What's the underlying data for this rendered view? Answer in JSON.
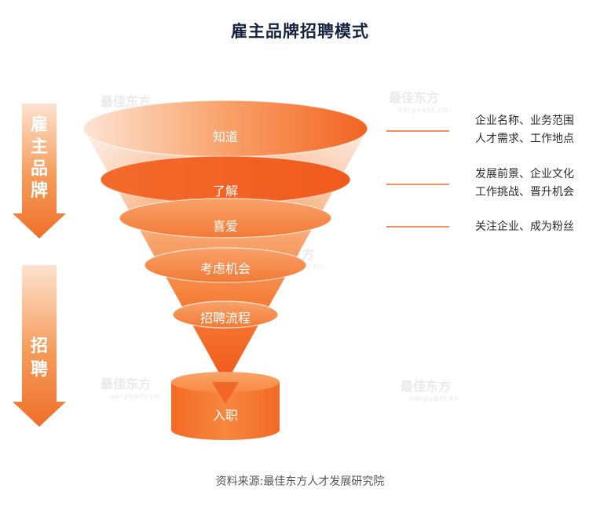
{
  "title": "雇主品牌招聘模式",
  "arrows": {
    "top": [
      "雇",
      "主",
      "品",
      "牌"
    ],
    "bottom": [
      "招",
      "聘"
    ]
  },
  "funnel_layers": [
    "知道",
    "了解",
    "喜爱",
    "考虑机会",
    "招聘流程",
    "入职"
  ],
  "descriptions": [
    {
      "line1": "企业名称、业务范围",
      "line2": "人才需求、工作地点"
    },
    {
      "line1": "发展前景、企业文化",
      "line2": "工作挑战、晋升机会"
    },
    {
      "line1": "关注企业、成为粉丝",
      "line2": ""
    }
  ],
  "watermark": {
    "main": "最佳东方",
    "sub": "veryeast.cn"
  },
  "source": "资料来源:最佳东方人才发展研究院",
  "colors": {
    "accent": "#f06a28",
    "title": "#16233f"
  }
}
